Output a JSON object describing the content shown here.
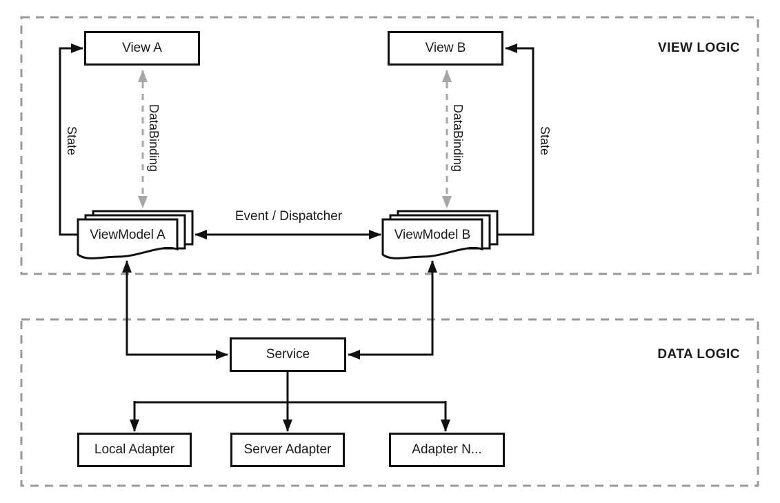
{
  "sections": {
    "view_logic": {
      "label": "VIEW LOGIC"
    },
    "data_logic": {
      "label": "DATA LOGIC"
    }
  },
  "nodes": {
    "view_a": {
      "label": "View A"
    },
    "view_b": {
      "label": "View B"
    },
    "viewmodel_a": {
      "label": "ViewModel A"
    },
    "viewmodel_b": {
      "label": "ViewModel B"
    },
    "service": {
      "label": "Service"
    },
    "local_adapter": {
      "label": "Local Adapter"
    },
    "server_adapter": {
      "label": "Server Adapter"
    },
    "adapter_n": {
      "label": "Adapter N..."
    }
  },
  "edges": {
    "state_a": {
      "label": "State"
    },
    "state_b": {
      "label": "State"
    },
    "databinding_a": {
      "label": "DataBinding"
    },
    "databinding_b": {
      "label": "DataBinding"
    },
    "event_dispatcher": {
      "label": "Event / Dispatcher"
    }
  },
  "colors": {
    "line": "#111111",
    "section_border": "#999999",
    "databinding_arrow": "#a6a6a6",
    "background": "#ffffff"
  }
}
